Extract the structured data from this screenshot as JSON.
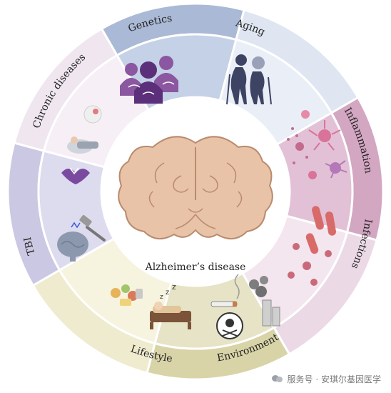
{
  "center": {
    "label": "Alzheimer’s disease"
  },
  "segments": [
    {
      "id": "genetics",
      "label": "Genetics",
      "outer": "#aab9d5",
      "inner": "#c5d1e6"
    },
    {
      "id": "aging",
      "label": "Aging",
      "outer": "#dfe6f2",
      "inner": "#e9eef7"
    },
    {
      "id": "inflammation",
      "label": "Inflammation",
      "outer": "#d3a6c2",
      "inner": "#e2c1d6"
    },
    {
      "id": "infections",
      "label": "Infections",
      "outer": "#ecd9e6",
      "inner": "#f3e6ee"
    },
    {
      "id": "environment",
      "label": "Environment",
      "outer": "#d8d4a8",
      "inner": "#e6e3c6"
    },
    {
      "id": "lifestyle",
      "label": "Lifestyle",
      "outer": "#efebce",
      "inner": "#f6f3df"
    },
    {
      "id": "tbi",
      "label": "TBI",
      "outer": "#cbc8e3",
      "inner": "#dddbee"
    },
    {
      "id": "chronic",
      "label": "Chronic diseases",
      "outer": "#efe6f0",
      "inner": "#f6eff6"
    }
  ],
  "colors": {
    "brain_fill": "#e9c3a7",
    "brain_stroke": "#b98b6e",
    "genetics_people": "#8a57a0",
    "aging_people": "#3d4463",
    "cells": "#c46a8f",
    "bacteria": "#d96a6a",
    "smoke": "#6f6f6f",
    "bed": "#7a5338"
  },
  "icons": {
    "genetics": "dna-family-icon",
    "aging": "elderly-couple-icon",
    "inflammation": "immune-cells-icon",
    "infections": "bacteria-virus-icon",
    "environment": "pollution-toxin-icon",
    "lifestyle": "food-sleep-icon",
    "tbi": "brain-injury-icon",
    "chronic": "chronic-organs-icon"
  },
  "watermark": {
    "text": "服务号 · 安琪尔基因医学"
  }
}
